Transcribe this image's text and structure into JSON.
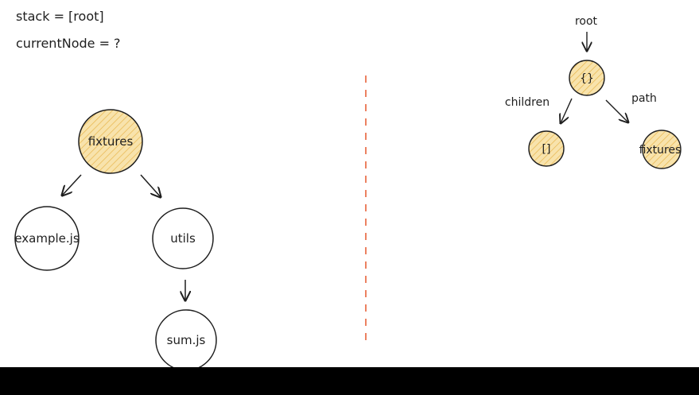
{
  "header": {
    "stack_line": "stack = [root]",
    "current_line": "currentNode = ?"
  },
  "left_tree": {
    "fixtures": "fixtures",
    "example": "example.js",
    "utils": "utils",
    "sum": "sum.js"
  },
  "right_tree": {
    "root": "root",
    "object": "{}",
    "array": "[]",
    "fixtures": "fixtures",
    "children_label": "children",
    "path_label": "path"
  },
  "colors": {
    "fill": "#f8e3ac",
    "hatch": "#e8b54a",
    "stroke": "#1e1e1e",
    "divider": "#e8623a"
  }
}
